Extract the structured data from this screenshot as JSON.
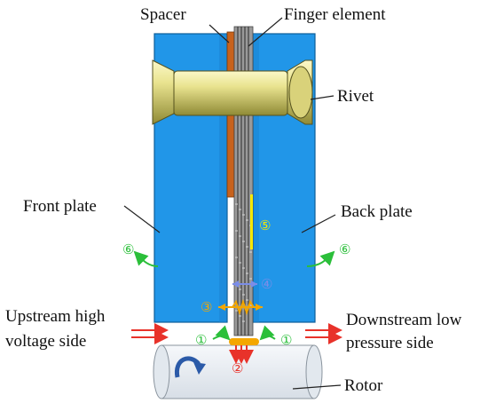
{
  "labels": {
    "spacer": "Spacer",
    "finger_element": "Finger element",
    "rivet": "Rivet",
    "front_plate": "Front plate",
    "back_plate": "Back plate",
    "upstream_line1": "Upstream high",
    "upstream_line2": "voltage side",
    "downstream_line1": "Downstream low",
    "downstream_line2": "pressure side",
    "rotor": "Rotor"
  },
  "markers": {
    "m1_left": "①",
    "m1_right": "①",
    "m2": "②",
    "m3": "③",
    "m4": "④",
    "m5": "⑤",
    "m6_left": "⑥",
    "m6_right": "⑥"
  },
  "colors": {
    "plate": "#2196e8",
    "plate_edge": "#0d5e99",
    "rivet": "#e6e08a",
    "spacer": "#c8621c",
    "finger": "#7d7d7d",
    "rotor": "#e9eef3",
    "arrow_red": "#e8322a",
    "marker_green": "#2bbf3a",
    "marker_orange": "#f4a700",
    "marker_blue": "#7b8de8",
    "marker_yellow": "#f5e800",
    "rotation_arrow": "#2b5aa8"
  }
}
